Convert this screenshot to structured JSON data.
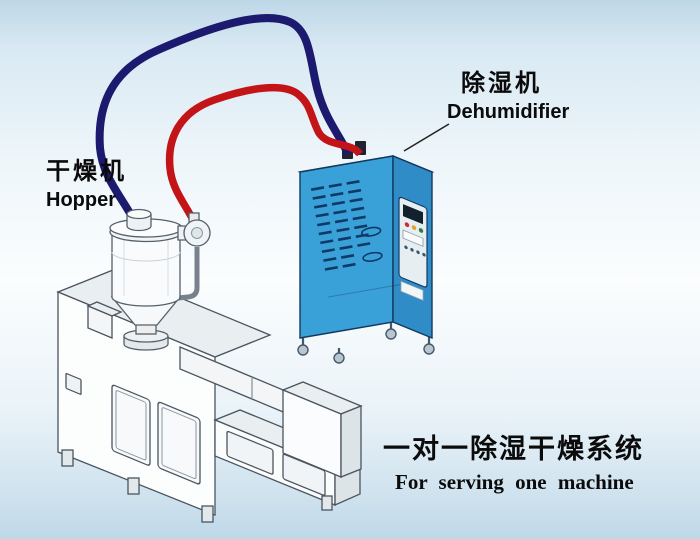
{
  "labels": {
    "dryer_cn": "干燥机",
    "dryer_en": "Hopper",
    "dehumidifier_cn": "除湿机",
    "dehumidifier_en": "Dehumidifier",
    "caption_cn": "一对一除湿干燥系统",
    "caption_en": "For serving one machine"
  },
  "colors": {
    "hose_red": "#c31418",
    "hose_navy": "#1c1a6e",
    "dehumidifier_front": "#3aa0d8",
    "dehumidifier_side": "#2f8cc6",
    "dehumidifier_top": "#8fcbe9",
    "dehumidifier_outline": "#12395f",
    "label_text": "#0b0b0b"
  }
}
